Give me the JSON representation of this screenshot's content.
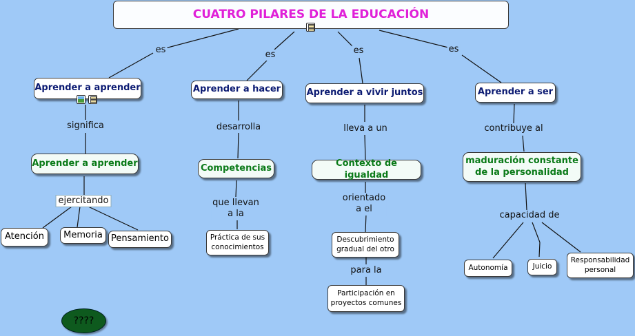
{
  "title": "CUATRO PILARES DE LA EDUCACIÓN",
  "link_labels": {
    "es_1": "es",
    "es_2": "es",
    "es_3": "es",
    "es_4": "es",
    "significa": "significa",
    "ejercitando": "ejercitando",
    "desarrolla": "desarrolla",
    "que_llevan": "que llevan\na la",
    "lleva_a_un": "lleva a un",
    "orientado": "orientado\na el",
    "para_la": "para la",
    "contribuye": "contribuye al",
    "capacidad": "capacidad de"
  },
  "pillars": {
    "aprender_aprender": "Aprender a aprender",
    "aprender_hacer": "Aprender a hacer",
    "vivir_juntos": "Aprender a vivir juntos",
    "aprender_ser": "Aprender a ser"
  },
  "concepts": {
    "aprender_aprender": "Aprender a aprender",
    "competencias": "Competencias",
    "contexto": "Contexto de igualdad",
    "maduracion": "maduración constante\nde la personalidad"
  },
  "leaves": {
    "atencion": "Atención",
    "memoria": "Memoria",
    "pensamiento": "Pensamiento",
    "practica": "Práctica de sus\nconocimientos",
    "descubrimiento": "Descubrimiento\ngradual del otro",
    "participacion": "Participación en\nproyectos comunes",
    "autonomia": "Autonomía",
    "juicio": "Juicio",
    "responsabilidad": "Responsabilidad\npersonal"
  },
  "bubble": "????",
  "icons": [
    "document-icon",
    "image-icon",
    "document-icon"
  ],
  "colors": {
    "background": "#9fc9f7",
    "title": "#e020d8",
    "pillar_text": "#0b1a72",
    "concept_text": "#0a7a18",
    "bubble": "#0e5a1e"
  }
}
